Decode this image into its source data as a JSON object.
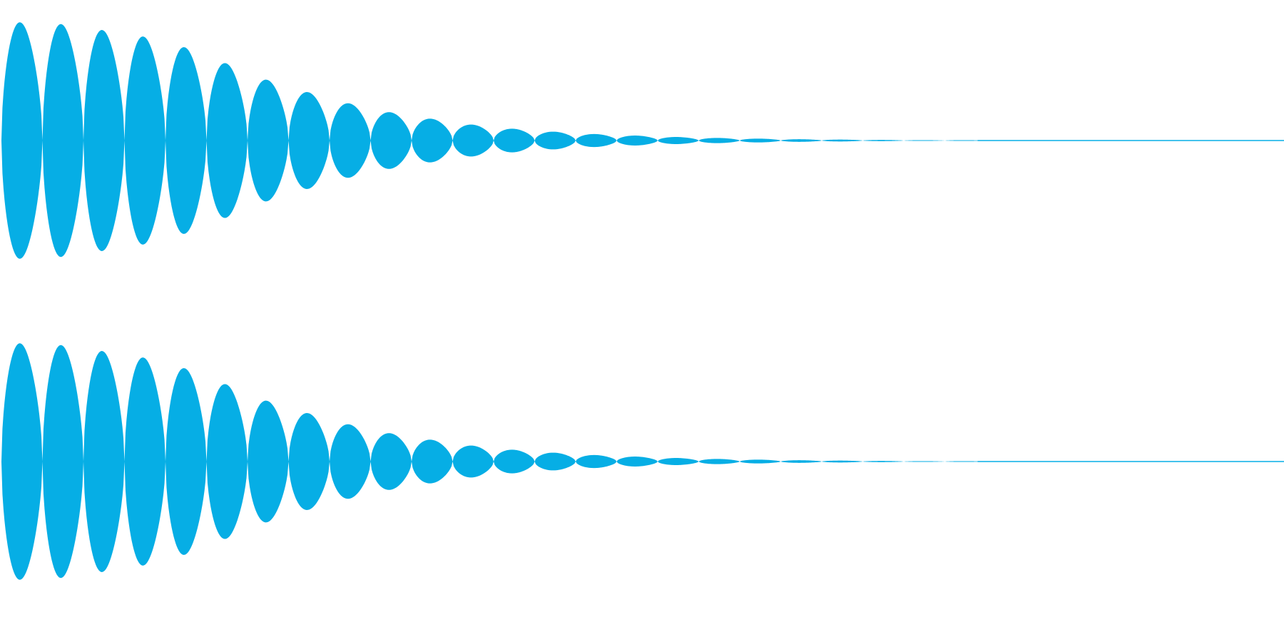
{
  "waveform": {
    "color": "#06AEE5",
    "channel_count": 2,
    "lobe_peaks": [
      1.0,
      0.985,
      0.935,
      0.88,
      0.79,
      0.655,
      0.515,
      0.41,
      0.315,
      0.24,
      0.185,
      0.135,
      0.1,
      0.075,
      0.055,
      0.042,
      0.03,
      0.022,
      0.016,
      0.011,
      0.008,
      0.005,
      0.003,
      0.002
    ],
    "tail_fraction_of_width": 0.26
  }
}
